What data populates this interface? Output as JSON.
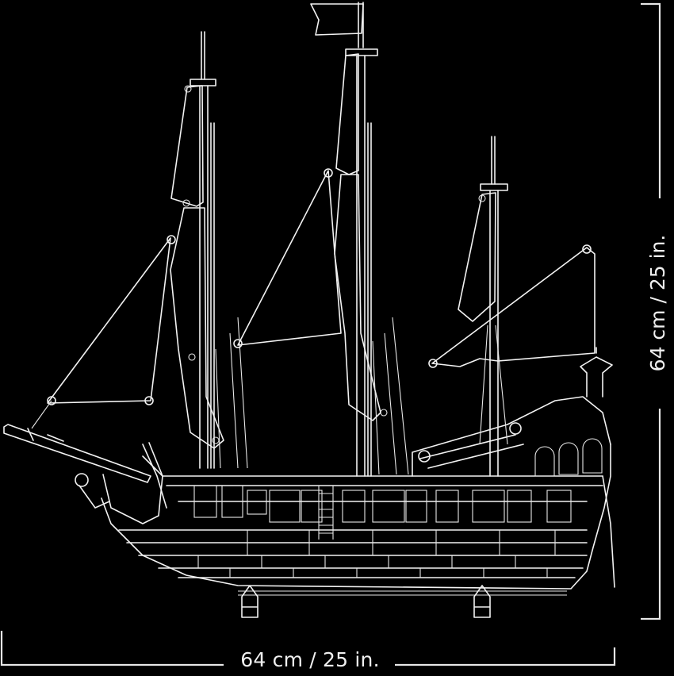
{
  "drawing": {
    "subject": "three-masted sailing ship model, side elevation line drawing",
    "background_color": "#000000",
    "line_color": "#f2f2f2"
  },
  "dimensions": {
    "width_label": "64 cm / 25 in.",
    "height_label": "64 cm / 25 in.",
    "width_cm": 64,
    "width_in": 25,
    "height_cm": 64,
    "height_in": 25
  }
}
